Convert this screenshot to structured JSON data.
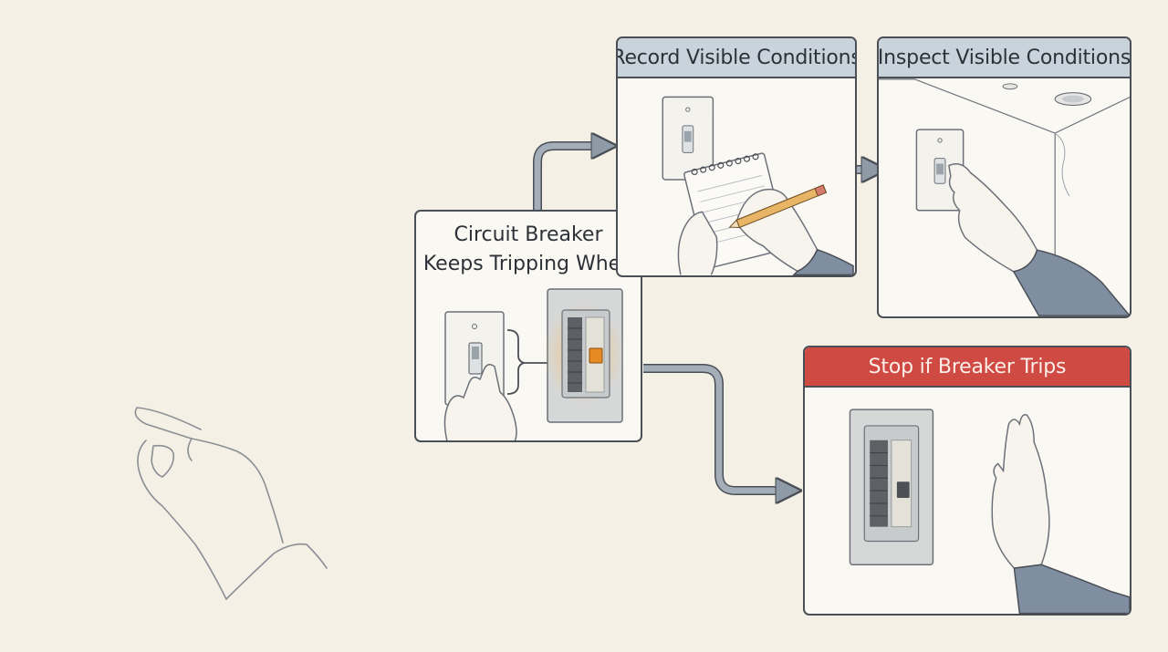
{
  "start": {
    "title_line1": "Circuit Breaker",
    "title_line2": "Keeps Tripping When"
  },
  "steps": [
    {
      "title": "Record Visible Conditions",
      "kind": "normal",
      "icon": "notepad-pencil-icon"
    },
    {
      "title": "Inspect Visible Conditions",
      "kind": "normal",
      "icon": "switch-inspection-icon"
    },
    {
      "title": "Stop if Breaker Trips",
      "kind": "alert",
      "icon": "stop-hand-icon"
    }
  ],
  "colors": {
    "background": "#f4f0e6",
    "panel_header": "#c9d3dc",
    "alert_header": "#cf4a42",
    "arrow": "#8e9aa6",
    "breaker_glow": "#f0a030"
  }
}
